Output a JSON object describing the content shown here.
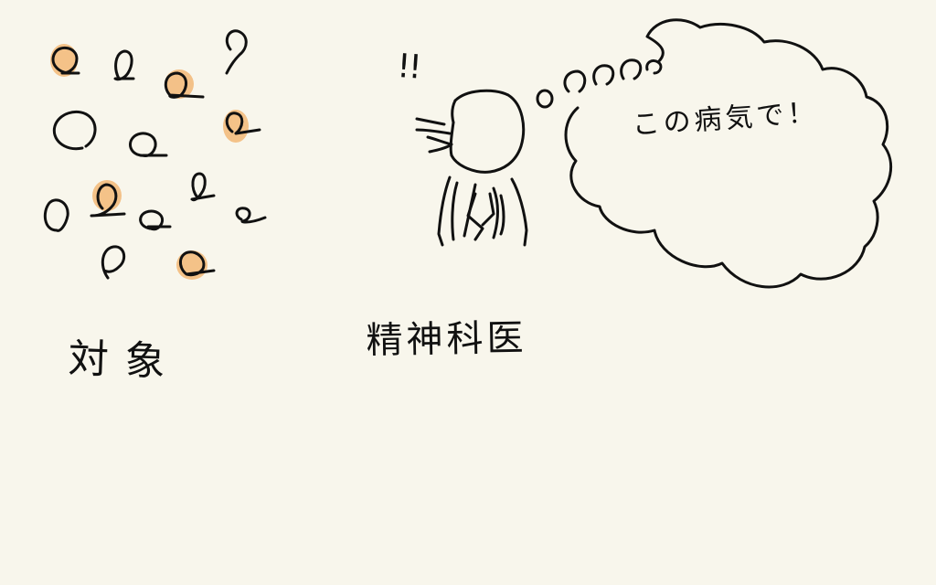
{
  "sketch": {
    "group_label": "対象",
    "psychiatrist_label": "精神科医",
    "thought_text": "この病気で！",
    "exclamation": "!!"
  },
  "colors": {
    "background": "#f8f6ec",
    "ink": "#111111",
    "highlight": "#f3b877"
  }
}
